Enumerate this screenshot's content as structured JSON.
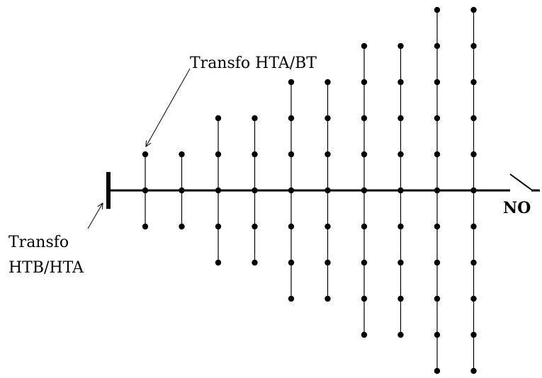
{
  "labels": {
    "hta_bt": "Transfo HTA/BT",
    "htb_hta_line1": "Transfo",
    "htb_hta_line2": "HTB/HTA",
    "switch": "NO"
  },
  "feeder": {
    "branches_per_side": [
      1,
      1,
      2,
      2,
      3,
      3,
      4,
      4,
      5,
      5
    ]
  },
  "colors": {
    "ink": "#000000"
  }
}
